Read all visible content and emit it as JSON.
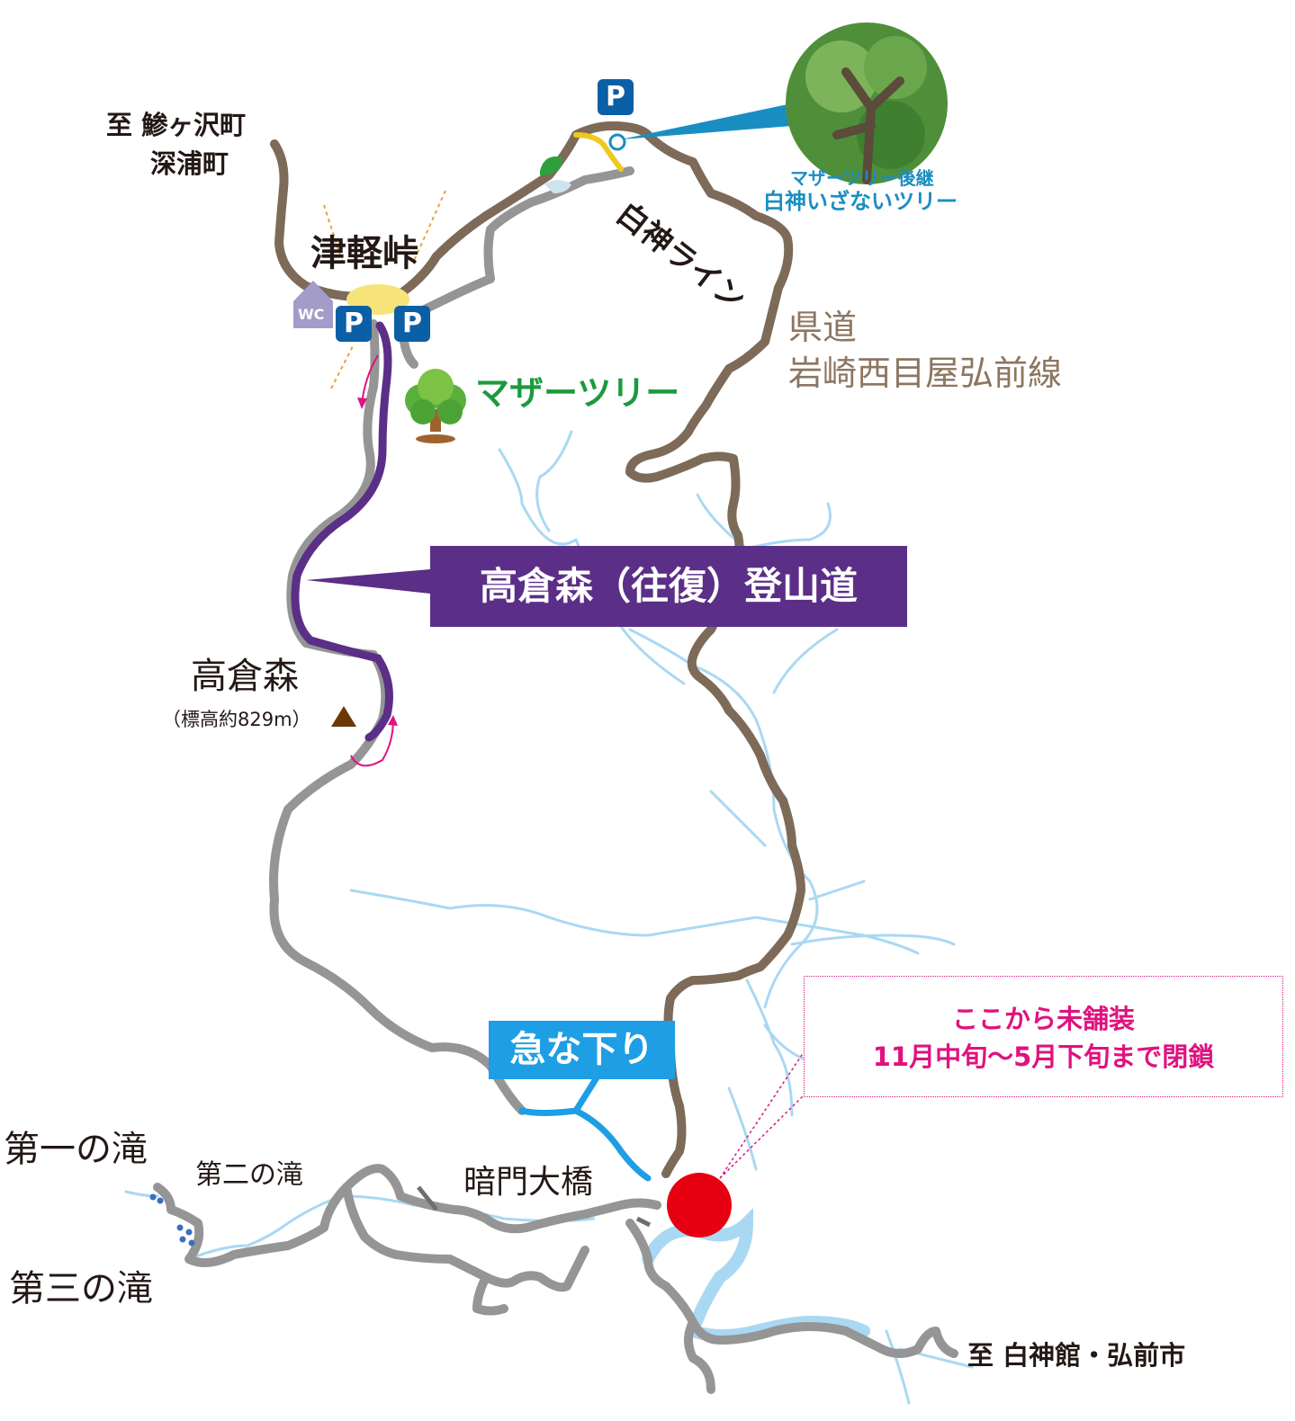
{
  "labels": {
    "to_ajigasawa_line1": "至 鯵ヶ沢町",
    "to_ajigasawa_line2": "深浦町",
    "tsugaru_pass": "津軽峠",
    "wc": "WC",
    "parking": "P",
    "mother_tree": "マザーツリー",
    "successor_tree_line1": "マザーツリー後継",
    "successor_tree_line2": "白神いざないツリー",
    "shirakami_line": "白神ライン",
    "prefectural_road_line1": "県道",
    "prefectural_road_line2": "岩崎西目屋弘前線",
    "trail_callout": "高倉森（往復）登山道",
    "takakuramori": "高倉森",
    "elevation": "（標高約829m）",
    "steep_descent": "急な下り",
    "notice_line1": "ここから未舗装",
    "notice_line2": "11月中旬〜5月下旬まで閉鎖",
    "falls_1": "第一の滝",
    "falls_2": "第二の滝",
    "falls_3": "第三の滝",
    "anmon_bridge": "暗門大橋",
    "to_hirosaki": "至 白神館・弘前市"
  },
  "colors": {
    "paved_road": "#959595",
    "unpaved_road": "#7d6a58",
    "trail": "#5b2e87",
    "river": "#a9d8f3",
    "steep_descent": "#1e9ee4",
    "notice": "#e0127f",
    "closure_point": "#e60012",
    "parking": "#0b5fa5",
    "mother_tree_text": "#1b9a3c",
    "successor_tree_text": "#1a8ec2",
    "road_label": "#8c7660"
  },
  "icons": [
    "parking-icon",
    "wc-icon",
    "tree-icon",
    "summit-icon",
    "waterfall-icon",
    "closure-dot-icon"
  ]
}
